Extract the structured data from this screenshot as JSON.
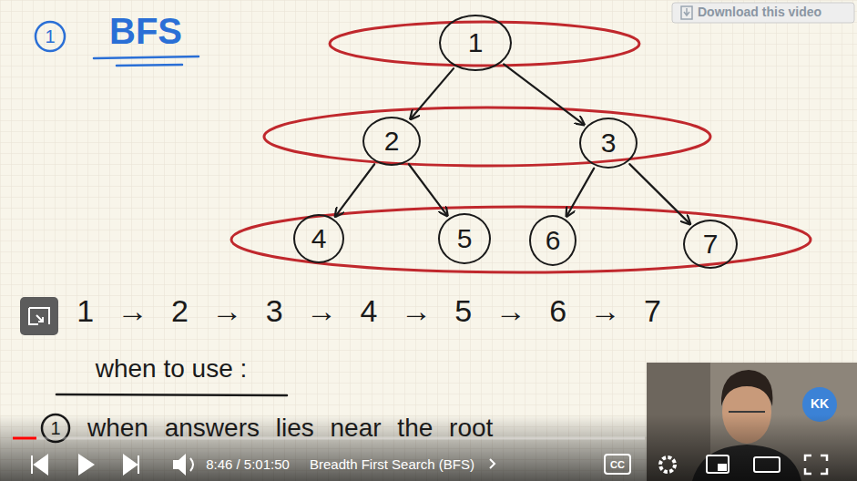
{
  "diagram": {
    "title": "BFS",
    "nodes": [
      {
        "text": [
          "1"
        ]
      },
      {
        "text": [
          "2"
        ]
      },
      {
        "text": [
          "3"
        ]
      },
      {
        "text": [
          "4"
        ]
      },
      {
        "text": [
          "5"
        ]
      },
      {
        "text": [
          "6"
        ]
      },
      {
        "text": [
          "7"
        ]
      }
    ],
    "edges": [
      {
        "from": 0,
        "to": 1,
        "arrow": "to"
      },
      {
        "from": 0,
        "to": 2,
        "arrow": "to"
      },
      {
        "from": 1,
        "to": 3,
        "arrow": "to"
      },
      {
        "from": 1,
        "to": 4,
        "arrow": "to"
      },
      {
        "from": 2,
        "to": 5,
        "arrow": "to"
      },
      {
        "from": 2,
        "to": 6,
        "arrow": "to"
      }
    ],
    "labels": [
      "1",
      "1 → 2 → 3 → 4 → 5 → 6 → 7",
      "when to use :",
      "1",
      "when answers lies near the root",
      "Download this video",
      "8:46 / 5:01:50",
      "Breadth First Search (BFS)",
      "CC",
      "KK"
    ]
  }
}
